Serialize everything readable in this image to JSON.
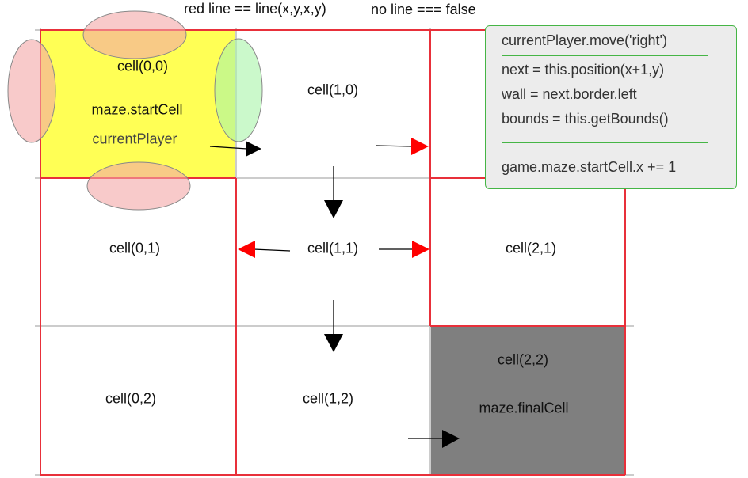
{
  "legend": {
    "red_line": "red line == line(x,y,x,y)",
    "no_line": "no line === false"
  },
  "cells": {
    "c00": "cell(0,0)",
    "c10": "cell(1,0)",
    "c01": "cell(0,1)",
    "c11": "cell(1,1)",
    "c21": "cell(2,1)",
    "c02": "cell(0,2)",
    "c12": "cell(1,2)",
    "c22": "cell(2,2)"
  },
  "labels": {
    "start_cell": "maze.startCell",
    "current_player": "currentPlayer",
    "final_cell": "maze.finalCell"
  },
  "code": {
    "line1": "currentPlayer.move('right')",
    "line2": "next = this.position(x+1,y)",
    "line3": "wall = next.border.left",
    "line4": "bounds = this.getBounds()",
    "line5": "game.maze.startCell.x += 1"
  },
  "colors": {
    "wall": "#e8303a",
    "grid": "#cccccc",
    "start_fill": "#ffff55",
    "final_fill": "#7f7f7f",
    "border_marker": "#f4a6a6",
    "active_marker": "#b6f5b6",
    "red_arrow": "#ff0000",
    "black_arrow": "#000000",
    "code_border": "#45b545",
    "code_bg": "#ececec"
  }
}
